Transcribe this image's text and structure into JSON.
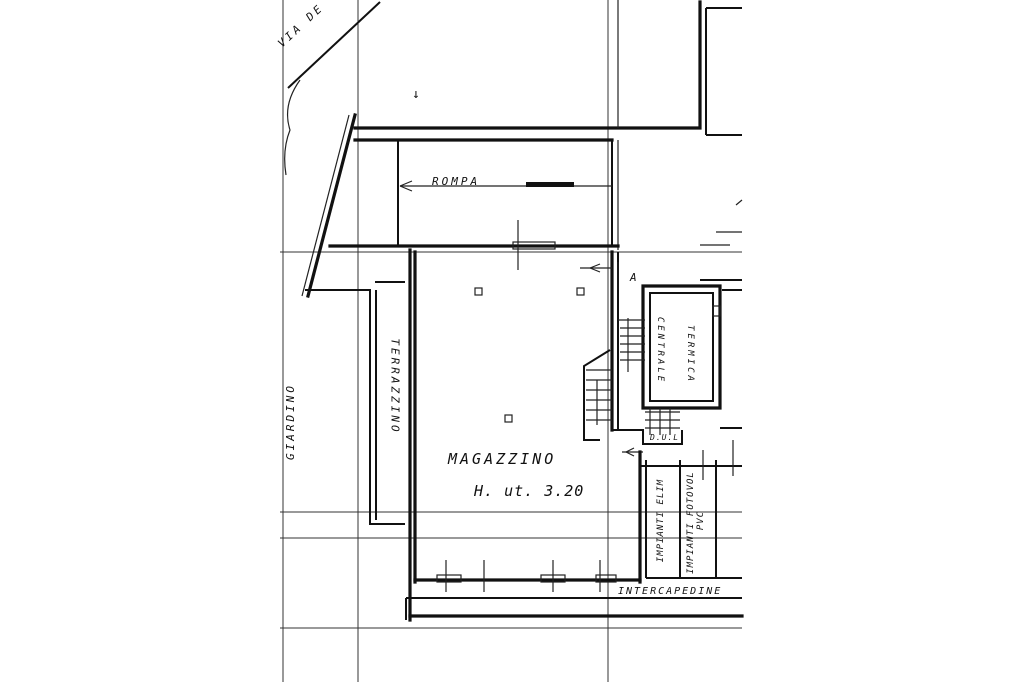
{
  "labels": {
    "street": "VIA DE",
    "ramp": "ROMPA",
    "room_main": "MAGAZZINO",
    "height": "H. ut. 3.20",
    "garden": "GIARDINO",
    "terrace": "TERRAZZINO",
    "centrale": "CENTRALE",
    "termica": "TERMICA",
    "impianti_1": "IMPIANTI ELIM",
    "impianti_2": "IMPIANTI FOTOVOL",
    "impianti_3": "PVC",
    "intercapedine": "INTERCAPEDINE",
    "stairs_tag": "D.U.L",
    "section_mark": "A",
    "arrow_mark": "↓"
  }
}
